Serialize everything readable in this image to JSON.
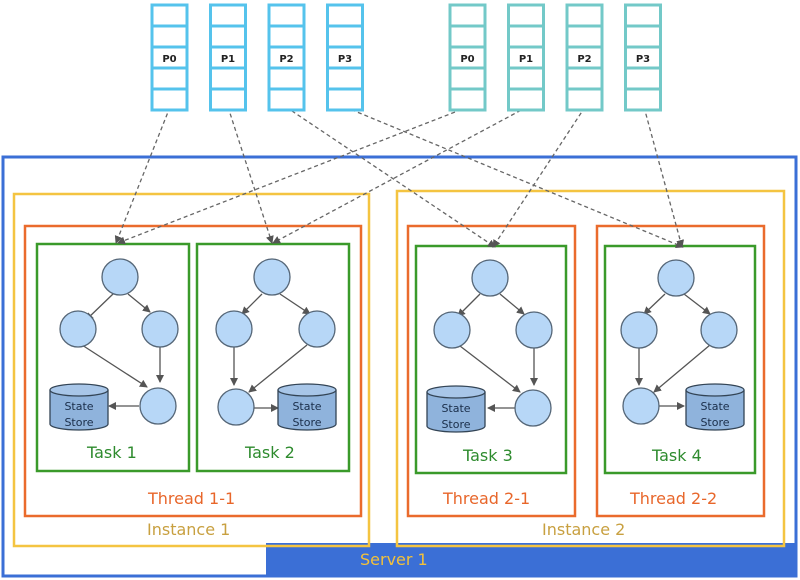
{
  "topics": [
    {
      "partitions": [
        "P0",
        "P1",
        "P2",
        "P3"
      ],
      "color": "#55c3ec"
    },
    {
      "partitions": [
        "P0",
        "P1",
        "P2",
        "P3"
      ],
      "color": "#73c9c8"
    }
  ],
  "server": {
    "label": "Server 1",
    "border_color": "#3b6fd6"
  },
  "instances": [
    {
      "label": "Instance 1",
      "threads": [
        {
          "label": "Thread 1-1",
          "tasks": [
            {
              "label": "Task 1",
              "store": [
                "State",
                "Store"
              ]
            },
            {
              "label": "Task 2",
              "store": [
                "State",
                "Store"
              ]
            }
          ]
        }
      ]
    },
    {
      "label": "Instance 2",
      "threads": [
        {
          "label": "Thread 2-1",
          "tasks": [
            {
              "label": "Task 3",
              "store": [
                "State",
                "Store"
              ]
            }
          ]
        },
        {
          "label": "Thread 2-2",
          "tasks": [
            {
              "label": "Task 4",
              "store": [
                "State",
                "Store"
              ]
            }
          ]
        }
      ]
    }
  ],
  "colors": {
    "instance": "#f4c441",
    "thread": "#ea6b2c",
    "task": "#3a9a2a",
    "node_fill": "#b7d7f7",
    "node_stroke": "#556677",
    "store_fill": "#8fb3dc",
    "arrow": "#555555"
  }
}
